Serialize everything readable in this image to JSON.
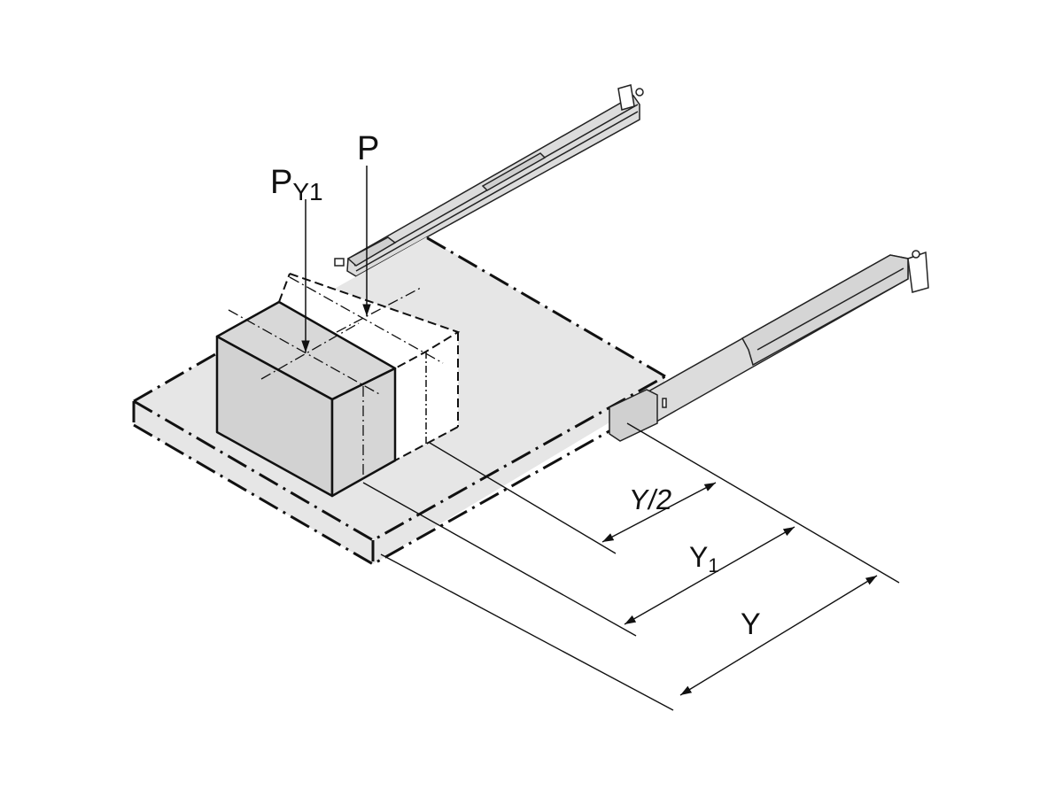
{
  "labels": {
    "load_p": "P",
    "load_py1_main": "P",
    "load_py1_sub": "Y1",
    "dim_half": "Y/2",
    "dim_y1_main": "Y",
    "dim_y1_sub": "1",
    "dim_y": "Y"
  },
  "colors": {
    "tray_fill": "#e6e6e6",
    "box_fill": "#d4d4d4",
    "rail_fill": "#dcdcdc",
    "line": "#111111"
  }
}
